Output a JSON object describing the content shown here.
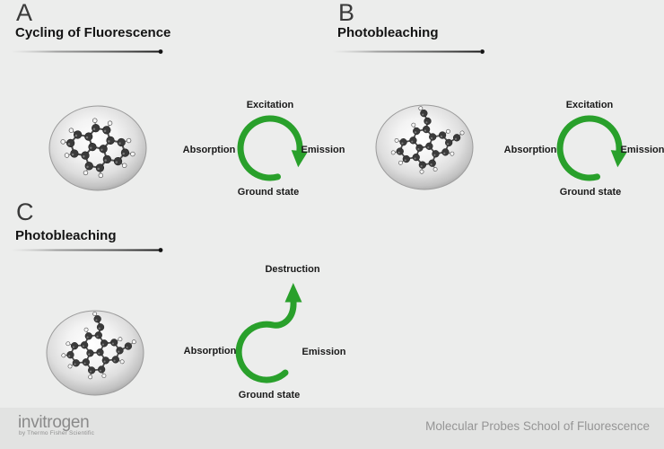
{
  "panels": [
    {
      "letter": "A",
      "title": "Cycling of Fluorescence",
      "labels": {
        "top": "Excitation",
        "left": "Absorption",
        "right": "Emission",
        "bottom": "Ground state"
      }
    },
    {
      "letter": "B",
      "title": "Photobleaching",
      "labels": {
        "top": "Excitation",
        "left": "Absorption",
        "right": "Emission",
        "bottom": "Ground state"
      }
    },
    {
      "letter": "C",
      "title": "Photobleaching",
      "labels": {
        "top": "Destruction",
        "left": "Absorption",
        "right": "Emission",
        "bottom": "Ground state"
      }
    }
  ],
  "colors": {
    "arrow_green": "#29a02b",
    "rule_dark": "#141414"
  },
  "footer": {
    "brand": "invitrogen",
    "brand_tagline": "by Thermo Fisher Scientific",
    "program": "Molecular Probes School of Fluorescence"
  }
}
